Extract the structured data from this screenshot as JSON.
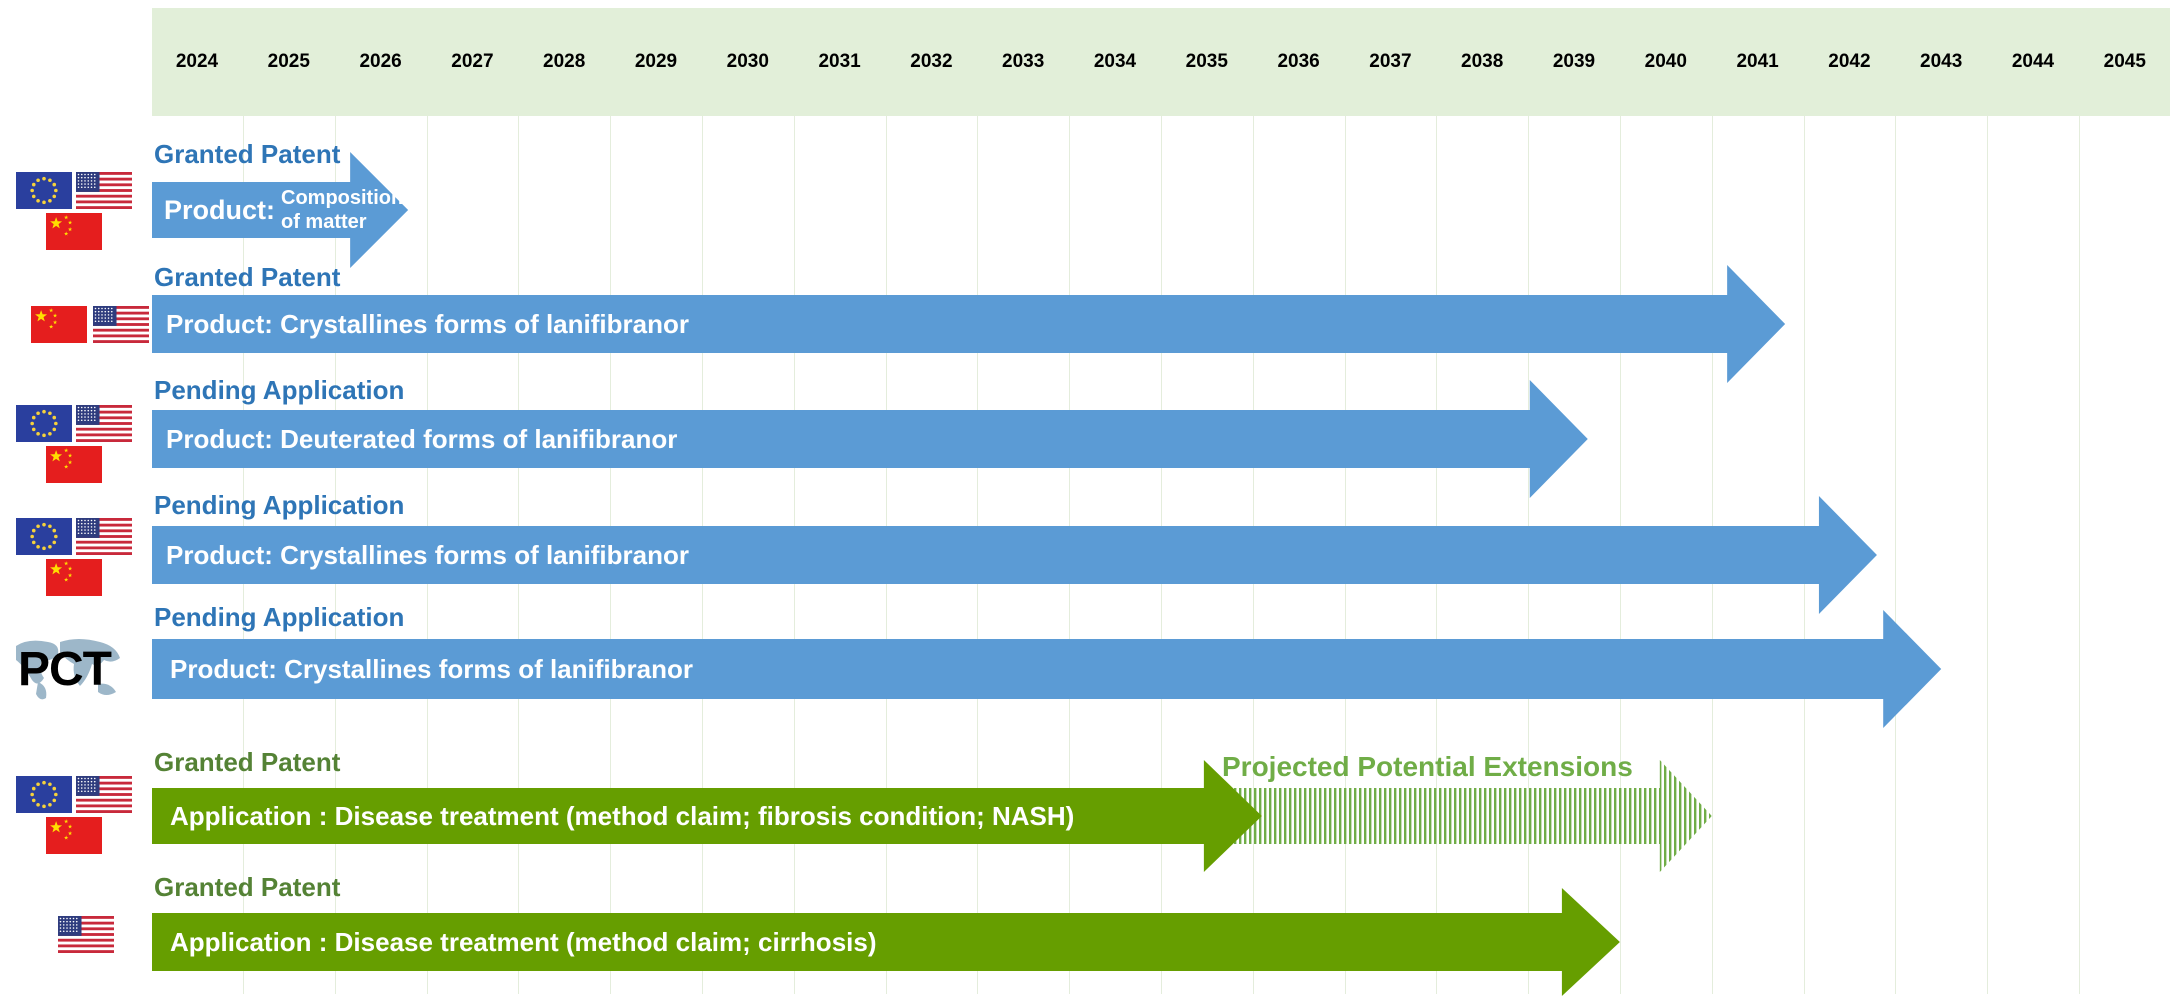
{
  "timeline": {
    "years": [
      "2024",
      "2025",
      "2026",
      "2027",
      "2028",
      "2029",
      "2030",
      "2031",
      "2032",
      "2033",
      "2034",
      "2035",
      "2036",
      "2037",
      "2038",
      "2039",
      "2040",
      "2041",
      "2042",
      "2043",
      "2044",
      "2045"
    ]
  },
  "colors": {
    "header_bg": "#e2efd9",
    "blue_arrow": "#5b9bd5",
    "blue_label": "#2e75b6",
    "green_arrow": "#669e00",
    "green_label": "#548235",
    "extension": "#70ad47"
  },
  "rows": [
    {
      "status": "Granted Patent",
      "product_prefix": "Product:",
      "product_line1": "Composition",
      "product_line2": "of matter",
      "regions": [
        "eu-flag-icon",
        "us-flag-icon",
        "cn-flag-icon"
      ],
      "end_year": 2026.3
    },
    {
      "status": "Granted Patent",
      "product": "Product: Crystallines forms of lanifibranor",
      "regions": [
        "cn-flag-icon",
        "us-flag-icon"
      ],
      "end_year": 2041.3
    },
    {
      "status": "Pending Application",
      "product": "Product: Deuterated forms of lanifibranor",
      "regions": [
        "eu-flag-icon",
        "us-flag-icon",
        "cn-flag-icon"
      ],
      "end_year": 2039.15
    },
    {
      "status": "Pending Application",
      "product": "Product: Crystallines forms of lanifibranor",
      "regions": [
        "eu-flag-icon",
        "us-flag-icon",
        "cn-flag-icon"
      ],
      "end_year": 2042.3
    },
    {
      "status": "Pending Application",
      "product": "Product: Crystallines forms of lanifibranor",
      "regions": [
        "pct-world-icon"
      ],
      "region_text": "PCT",
      "end_year": 2043.0
    },
    {
      "status": "Granted Patent",
      "product": "Application : Disease treatment (method claim; fibrosis condition; NASH)",
      "regions": [
        "eu-flag-icon",
        "us-flag-icon",
        "cn-flag-icon"
      ],
      "end_year": 2035.6,
      "extension_label": "Projected Potential Extensions",
      "extension_end_year": 2040.5
    },
    {
      "status": "Granted Patent",
      "product": "Application : Disease treatment (method claim; cirrhosis)",
      "regions": [
        "us-flag-icon"
      ],
      "end_year": 2039.5
    }
  ]
}
